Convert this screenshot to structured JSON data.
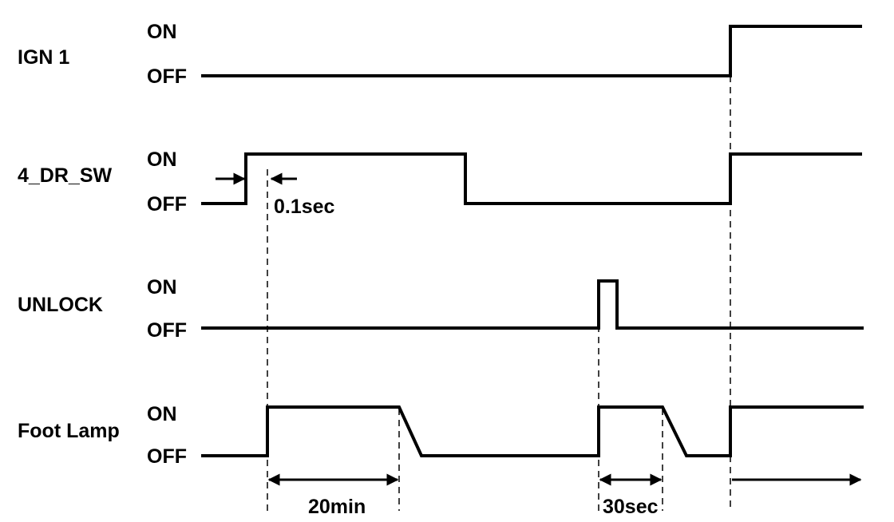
{
  "signals": [
    {
      "id": "ign1",
      "name": "IGN 1",
      "on_label": "ON",
      "off_label": "OFF"
    },
    {
      "id": "dr-sw",
      "name": "4_DR_SW",
      "on_label": "ON",
      "off_label": "OFF"
    },
    {
      "id": "unlock",
      "name": "UNLOCK",
      "on_label": "ON",
      "off_label": "OFF"
    },
    {
      "id": "foot-lamp",
      "name": "Foot Lamp",
      "on_label": "ON",
      "off_label": "OFF"
    }
  ],
  "annotations": {
    "delay": "0.1sec",
    "foot_lamp_timer_1": "20min",
    "foot_lamp_timer_2": "30sec"
  }
}
